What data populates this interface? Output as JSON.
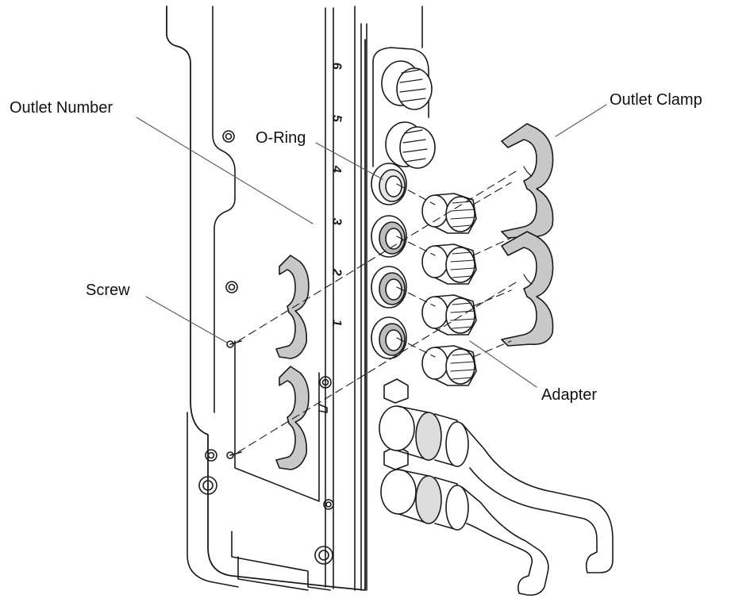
{
  "callouts": {
    "outlet_number": "Outlet Number",
    "o_ring": "O-Ring",
    "outlet_clamp": "Outlet Clamp",
    "screw": "Screw",
    "adapter": "Adapter"
  },
  "outlet_numbers": [
    "6",
    "5",
    "4",
    "3",
    "2",
    "1"
  ],
  "colors": {
    "line": "#1a1a1a",
    "leader": "#555555",
    "panel": "#ffffff",
    "clamp_fill": "#c8c8c8",
    "fitting_fill": "#dcdcdc",
    "hose_fill": "#ffffff"
  }
}
